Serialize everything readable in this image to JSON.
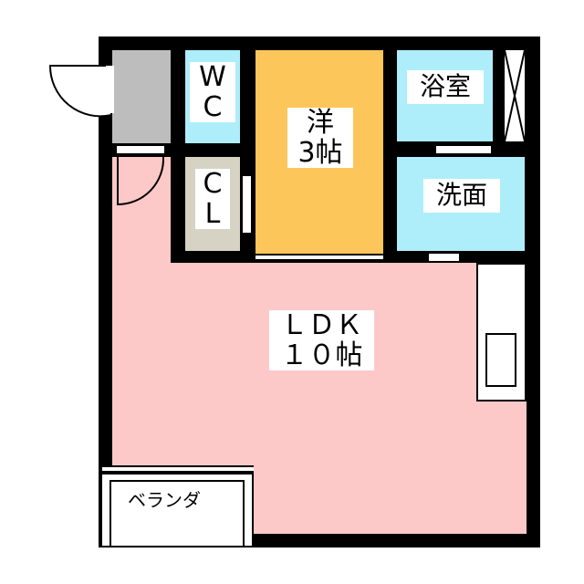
{
  "rooms": {
    "wc": "W\nC",
    "wc_l1": "W",
    "wc_l2": "C",
    "cl_l1": "C",
    "cl_l2": "L",
    "western_l1": "洋",
    "western_l2": "3帖",
    "bath": "浴室",
    "washroom": "洗面",
    "ldk_l1": "ＬＤＫ",
    "ldk_l2": "１０帖",
    "veranda": "ベランダ"
  },
  "colors": {
    "ldk": "#fdc8c8",
    "western": "#fdc65a",
    "water": "#aeeefa",
    "entry": "#bdbdbd",
    "closet": "#d6d3c4"
  }
}
